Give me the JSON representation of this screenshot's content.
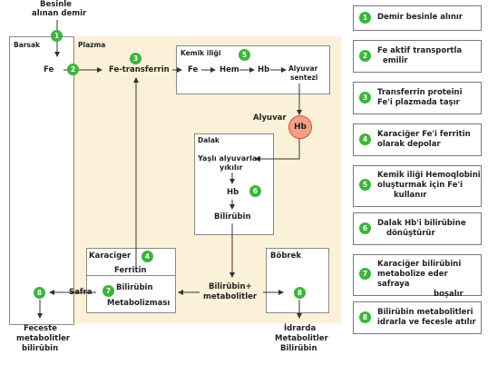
{
  "title": {
    "line1": "Besinle",
    "line2": "alınan demir"
  },
  "compartments": {
    "bagirsak": "Barsak",
    "plazma": "Plazma",
    "kemik_iligi": "Kemik iliği",
    "dalak": "Dalak",
    "karaciger": "Karaciger",
    "bobrek": "Böbrek"
  },
  "nodes": {
    "fe_gut": "Fe",
    "fe_transferrin": "Fe-transferrin",
    "fe_marrow": "Fe",
    "hem": "Hem",
    "hb_marrow": "Hb",
    "alyuvar_sentezi_1": "Alyuvar",
    "alyuvar_sentezi_2": "sentezi",
    "alyuvar": "Alyuvar",
    "hb_circle": "Hb",
    "yasli_1": "Yaşlı alyuvarlar",
    "yasli_2": "yıkılır",
    "hb_spleen": "Hb",
    "bilirubin_spleen": "Bilirübin",
    "ferritin": "Ferritin",
    "bilirubin_liver": "Bilirübin",
    "metabolizmasi": "Metabolizması",
    "bilirubin_plus_1": "Bilirübin+",
    "bilirubin_plus_2": "metabolitler",
    "safra": "Safra",
    "feces_1": "Feceste",
    "feces_2": "metabolitler",
    "feces_3": "bilirübin",
    "urine_1": "İdrarda",
    "urine_2": "Metabolitler",
    "urine_3": "Bilirübin"
  },
  "step_numbers": [
    "1",
    "2",
    "3",
    "4",
    "5",
    "6",
    "7",
    "8"
  ],
  "legend": [
    {
      "num": "1",
      "lines": [
        "Demir besinle alınır"
      ]
    },
    {
      "num": "2",
      "lines": [
        "Fe aktif transportla",
        "emilir"
      ]
    },
    {
      "num": "3",
      "lines": [
        "Transferrin proteini",
        "Fe'i plazmada taşır"
      ]
    },
    {
      "num": "4",
      "lines": [
        "Karaciğer Fe'i ferritin",
        "olarak depolar"
      ]
    },
    {
      "num": "5",
      "lines": [
        "Kemik iliği Hemoqlobini",
        "oluşturmak için Fe'i",
        "kullanır"
      ]
    },
    {
      "num": "6",
      "lines": [
        "Dalak Hb'i bilirübine",
        "dönüştürür"
      ]
    },
    {
      "num": "7",
      "lines": [
        "Karaciğer bilirübini",
        "metabolize eder safraya",
        "boşalır"
      ]
    },
    {
      "num": "8",
      "lines": [
        "Bilirübin metabolitleri",
        "idrarla ve fecesle atılır"
      ]
    }
  ],
  "colors": {
    "plasma_bg": "#fbf1d8",
    "step_circle": "#3cb43c",
    "hb_circle": "#f59f86"
  }
}
